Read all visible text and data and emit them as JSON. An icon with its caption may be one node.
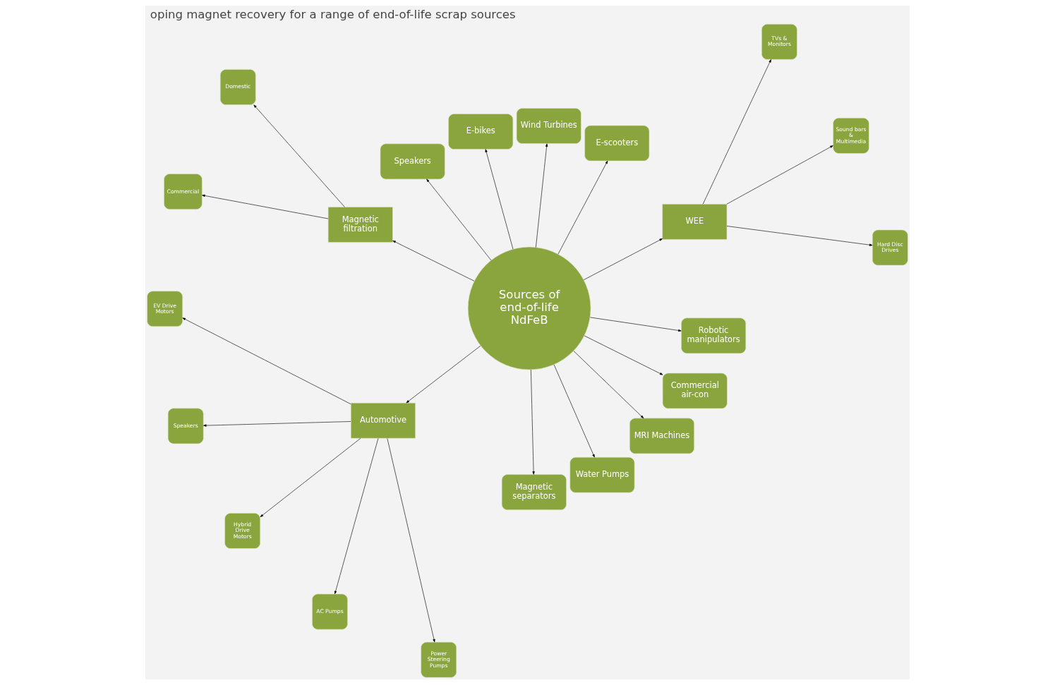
{
  "diagram": {
    "title": "oping magnet recovery for a range of end-of-life scrap sources",
    "nodes": [
      {
        "text": [
          "Sources of end-of-life NdFeB"
        ]
      },
      {
        "text": [
          "WEE"
        ]
      },
      {
        "text": [
          "Hard Disc Drives"
        ]
      },
      {
        "text": [
          "Sound bars & Multimedia"
        ]
      },
      {
        "text": [
          "TVs & Monitors"
        ]
      },
      {
        "text": [
          "E-scooters"
        ]
      },
      {
        "text": [
          "Wind Turbines"
        ]
      },
      {
        "text": [
          "E-bikes"
        ]
      },
      {
        "text": [
          "Speakers"
        ]
      },
      {
        "text": [
          "Magnetic filtration"
        ]
      },
      {
        "text": [
          "Domestic"
        ]
      },
      {
        "text": [
          "Commercial"
        ]
      },
      {
        "text": [
          "Automotive"
        ]
      },
      {
        "text": [
          "EV Drive Motors"
        ]
      },
      {
        "text": [
          "Speakers"
        ]
      },
      {
        "text": [
          "Hybrid Drive Motors"
        ]
      },
      {
        "text": [
          "AC Pumps"
        ]
      },
      {
        "text": [
          "Power Steering Pumps"
        ]
      },
      {
        "text": [
          "Magnetic separators"
        ]
      },
      {
        "text": [
          "Water Pumps"
        ]
      },
      {
        "text": [
          "MRI Machines"
        ]
      },
      {
        "text": [
          "Commercial air-con"
        ]
      },
      {
        "text": [
          "Robotic manipulators"
        ]
      }
    ],
    "edges": [
      {
        "from": 0,
        "to": 1,
        "arrow": "to"
      },
      {
        "from": 1,
        "to": 2,
        "arrow": "to"
      },
      {
        "from": 1,
        "to": 3,
        "arrow": "to"
      },
      {
        "from": 1,
        "to": 4,
        "arrow": "to"
      },
      {
        "from": 0,
        "to": 5,
        "arrow": "to"
      },
      {
        "from": 0,
        "to": 6,
        "arrow": "to"
      },
      {
        "from": 0,
        "to": 7,
        "arrow": "to"
      },
      {
        "from": 0,
        "to": 8,
        "arrow": "to"
      },
      {
        "from": 0,
        "to": 9,
        "arrow": "to"
      },
      {
        "from": 9,
        "to": 10,
        "arrow": "to"
      },
      {
        "from": 9,
        "to": 11,
        "arrow": "to"
      },
      {
        "from": 0,
        "to": 12,
        "arrow": "to"
      },
      {
        "from": 12,
        "to": 13,
        "arrow": "to"
      },
      {
        "from": 12,
        "to": 14,
        "arrow": "to"
      },
      {
        "from": 12,
        "to": 15,
        "arrow": "to"
      },
      {
        "from": 12,
        "to": 16,
        "arrow": "to"
      },
      {
        "from": 12,
        "to": 17,
        "arrow": "to"
      },
      {
        "from": 0,
        "to": 18,
        "arrow": "to"
      },
      {
        "from": 0,
        "to": 19,
        "arrow": "to"
      },
      {
        "from": 0,
        "to": 20,
        "arrow": "to"
      },
      {
        "from": 0,
        "to": 21,
        "arrow": "to"
      },
      {
        "from": 0,
        "to": 22,
        "arrow": "to"
      }
    ]
  }
}
